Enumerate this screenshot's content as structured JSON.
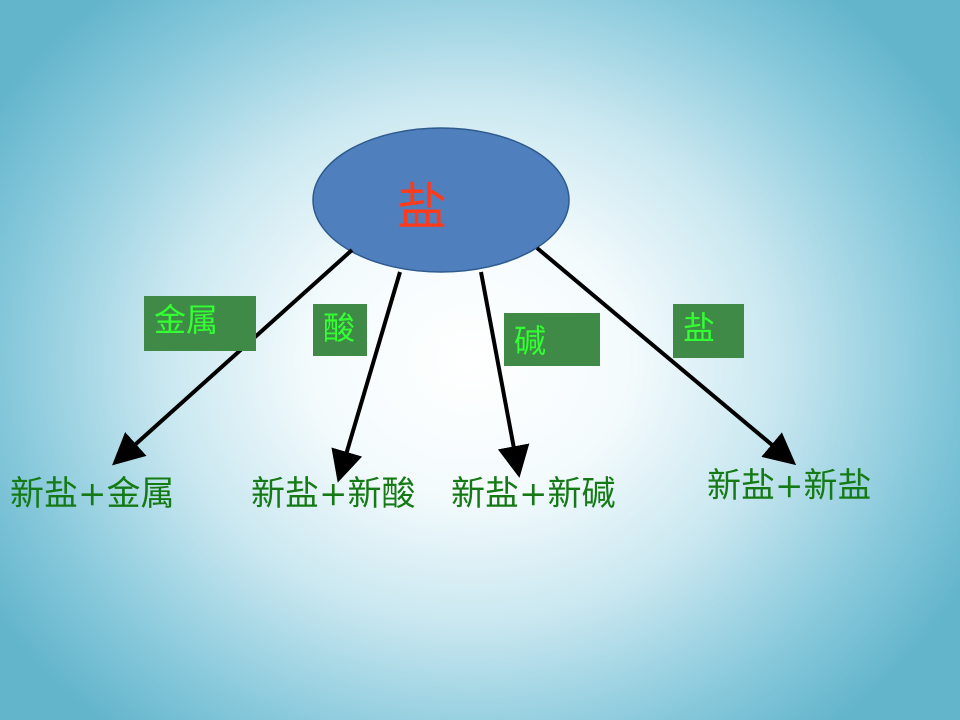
{
  "center": {
    "label": "盐"
  },
  "reactants": [
    {
      "label": "金属"
    },
    {
      "label": "酸"
    },
    {
      "label": "碱"
    },
    {
      "label": "盐"
    }
  ],
  "products": [
    {
      "label": "新盐+金属"
    },
    {
      "label": "新盐+新酸"
    },
    {
      "label": "新盐+新碱"
    },
    {
      "label": "新盐+新盐"
    }
  ],
  "colors": {
    "ellipse_fill": "#4f7fbd",
    "center_text": "#ff3a1a",
    "tag_fill": "#3f8a47",
    "tag_text": "#33ff33",
    "product_text": "#157a15",
    "arrow": "#000000"
  }
}
